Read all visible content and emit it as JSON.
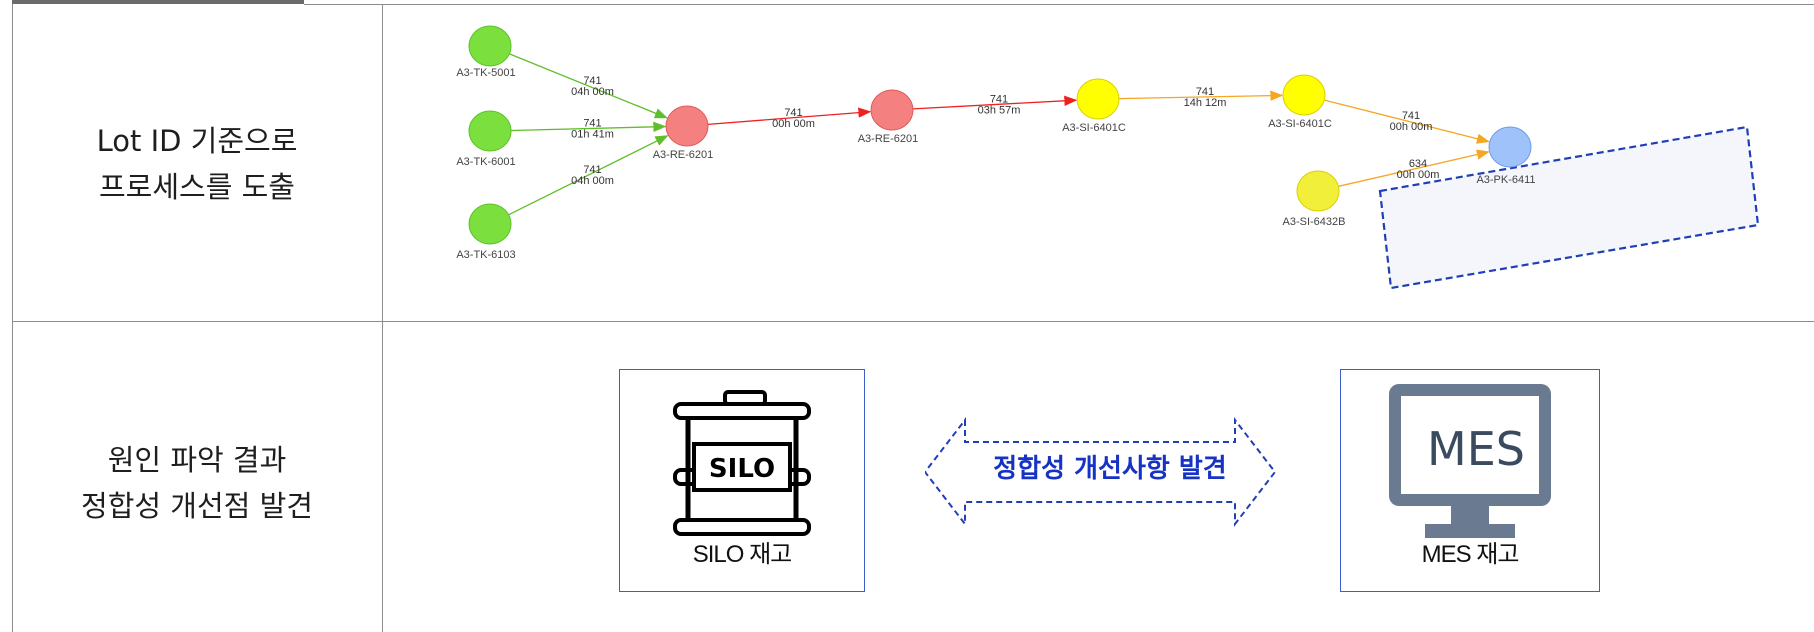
{
  "rows": [
    {
      "label_lines": [
        "Lot ID 기준으로",
        "프로세스를 도출"
      ]
    },
    {
      "label_lines": [
        "원인 파악 결과",
        "정합성 개선점 발견"
      ]
    }
  ],
  "flow": {
    "nodes": [
      {
        "id": "A3-TK-5001",
        "color": "#7be03e"
      },
      {
        "id": "A3-TK-6001",
        "color": "#7be03e"
      },
      {
        "id": "A3-TK-6103",
        "color": "#7be03e"
      },
      {
        "id": "A3-RE-6201",
        "color": "#f58080"
      },
      {
        "id": "A3-RE-6201",
        "color": "#f58080"
      },
      {
        "id": "A3-SI-6401C",
        "color": "#ffff00"
      },
      {
        "id": "A3-SI-6401C",
        "color": "#ffff00"
      },
      {
        "id": "A3-PK-6411",
        "color": "#9fc2fa"
      },
      {
        "id": "A3-SI-6432B",
        "color": "#f2ef3a"
      }
    ],
    "edges": [
      {
        "from": 0,
        "to": 3,
        "count": "741",
        "duration": "04h 00m",
        "color": "#5fbf2a"
      },
      {
        "from": 1,
        "to": 3,
        "count": "741",
        "duration": "01h 41m",
        "color": "#5fbf2a"
      },
      {
        "from": 2,
        "to": 3,
        "count": "741",
        "duration": "04h 00m",
        "color": "#5fbf2a"
      },
      {
        "from": 3,
        "to": 4,
        "count": "741",
        "duration": "00h 00m",
        "color": "#ee2020"
      },
      {
        "from": 4,
        "to": 5,
        "count": "741",
        "duration": "03h 57m",
        "color": "#ee2020"
      },
      {
        "from": 5,
        "to": 6,
        "count": "741",
        "duration": "14h 12m",
        "color": "#f5a623"
      },
      {
        "from": 6,
        "to": 7,
        "count": "741",
        "duration": "00h 00m",
        "color": "#f5a623"
      },
      {
        "from": 8,
        "to": 7,
        "count": "634",
        "duration": "00h 00m",
        "color": "#f5a623"
      }
    ],
    "highlight_color": "#1f3fb8"
  },
  "silo": {
    "label": "SILO",
    "caption": "SILO 재고"
  },
  "mes": {
    "label": "MES",
    "caption": "MES 재고"
  },
  "arrow": {
    "label": "정합성 개선사항 발견",
    "color": "#1733c4"
  }
}
